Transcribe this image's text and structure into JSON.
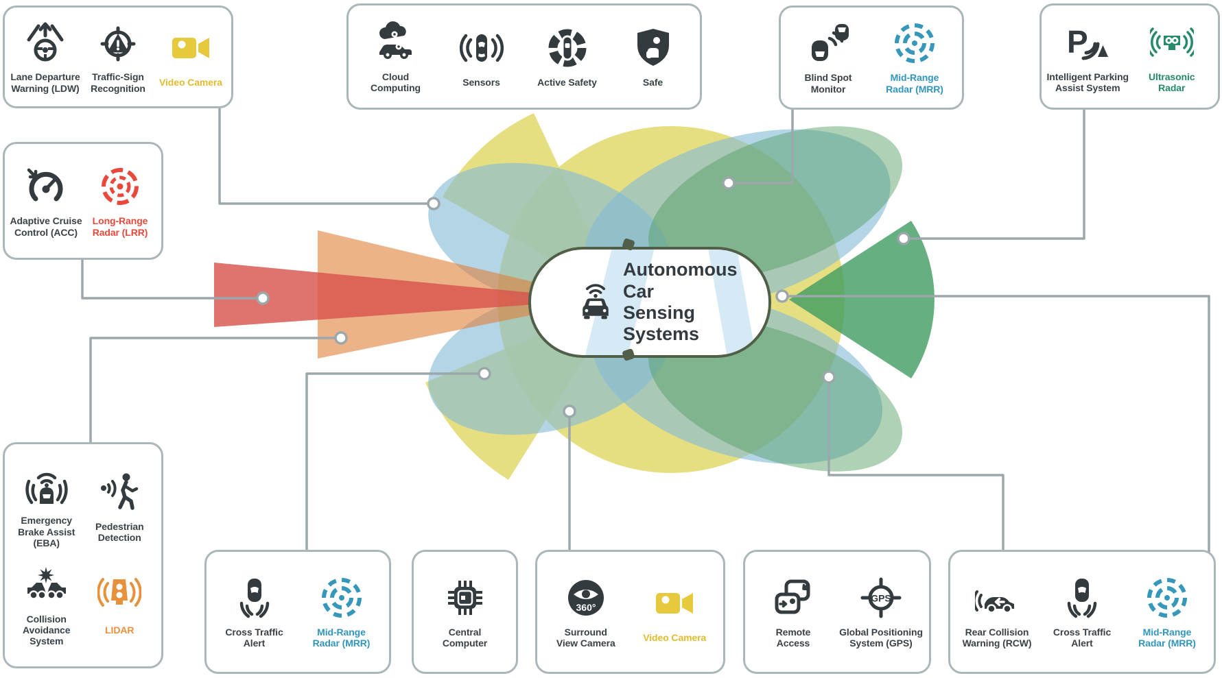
{
  "center": {
    "title": "Autonomous Car\nSensing Systems"
  },
  "colors": {
    "accent_yellow": "#e2bc30",
    "accent_red": "#e8493c",
    "accent_blue": "#3295bb",
    "accent_green": "#238a6b",
    "accent_orange": "#e8913c",
    "dark": "#3a4247",
    "zone_camera_yellow": "#ded763",
    "zone_radar_blue": "#85bcd6",
    "zone_ultrasonic_green": "#3f9b61",
    "zone_lidar_orange": "#df8038",
    "zone_long_range_red": "#d8544e",
    "connector_gray": "#9ba7aa"
  },
  "cards": [
    {
      "id": "lane-departure",
      "items": [
        {
          "label": "Lane Departure\nWarning (LDW)",
          "icon": "lane-departure",
          "color": "dark"
        },
        {
          "label": "Traffic-Sign\nRecognition",
          "icon": "traffic-sign",
          "color": "dark"
        },
        {
          "label": "Video Camera",
          "icon": "video-camera",
          "color": "accent_yellow"
        }
      ]
    },
    {
      "id": "adaptive-cruise",
      "items": [
        {
          "label": "Adaptive Cruise\nControl (ACC)",
          "icon": "speedometer",
          "color": "dark"
        },
        {
          "label": "Long-Range\nRadar (LRR)",
          "icon": "radar-rings",
          "color": "accent_red"
        }
      ]
    },
    {
      "id": "cloud",
      "items": [
        {
          "label": "Cloud\nComputing",
          "icon": "cloud-car",
          "color": "dark"
        },
        {
          "label": "Sensors",
          "icon": "car-sensors",
          "color": "dark"
        },
        {
          "label": "Active Safety",
          "icon": "active-safety",
          "color": "dark"
        },
        {
          "label": "Safe",
          "icon": "shield-person",
          "color": "dark"
        }
      ]
    },
    {
      "id": "blind-spot",
      "items": [
        {
          "label": "Blind Spot\nMonitor",
          "icon": "blind-spot",
          "color": "dark"
        },
        {
          "label": "Mid-Range\nRadar (MRR)",
          "icon": "radar-dashed",
          "color": "accent_blue"
        }
      ]
    },
    {
      "id": "parking",
      "items": [
        {
          "label": "Intelligent Parking\nAssist System",
          "icon": "parking",
          "color": "dark"
        },
        {
          "label": "Ultrasonic\nRadar",
          "icon": "ultrasonic",
          "color": "accent_green"
        }
      ]
    },
    {
      "id": "emergency",
      "items": [
        {
          "label": "Emergency\nBrake Assist (EBA)",
          "icon": "emergency-brake",
          "color": "dark"
        },
        {
          "label": "Pedestrian\nDetection",
          "icon": "pedestrian",
          "color": "dark"
        },
        {
          "label": "Collision\nAvoidance System",
          "icon": "collision",
          "color": "dark"
        },
        {
          "label": "LIDAR",
          "icon": "lidar",
          "color": "accent_orange"
        }
      ]
    },
    {
      "id": "cross-traffic-front",
      "items": [
        {
          "label": "Cross Traffic\nAlert",
          "icon": "cross-traffic",
          "color": "dark"
        },
        {
          "label": "Mid-Range\nRadar (MRR)",
          "icon": "radar-dashed",
          "color": "accent_blue"
        }
      ]
    },
    {
      "id": "central-computer",
      "items": [
        {
          "label": "Central\nComputer",
          "icon": "chip",
          "color": "dark"
        }
      ]
    },
    {
      "id": "surround-view",
      "items": [
        {
          "label": "Surround\nView Camera",
          "icon": "surround-360",
          "color": "dark"
        },
        {
          "label": "Video Camera",
          "icon": "video-camera",
          "color": "accent_yellow"
        }
      ]
    },
    {
      "id": "remote-gps",
      "items": [
        {
          "label": "Remote\nAccess",
          "icon": "remote-access",
          "color": "dark"
        },
        {
          "label": "Global Positioning\nSystem (GPS)",
          "icon": "gps",
          "color": "dark"
        }
      ]
    },
    {
      "id": "rear-collision",
      "items": [
        {
          "label": "Rear Collision\nWarning (RCW)",
          "icon": "rear-collision",
          "color": "dark"
        },
        {
          "label": "Cross Traffic\nAlert",
          "icon": "cross-traffic",
          "color": "dark"
        },
        {
          "label": "Mid-Range\nRadar (MRR)",
          "icon": "radar-dashed",
          "color": "accent_blue"
        }
      ]
    }
  ]
}
